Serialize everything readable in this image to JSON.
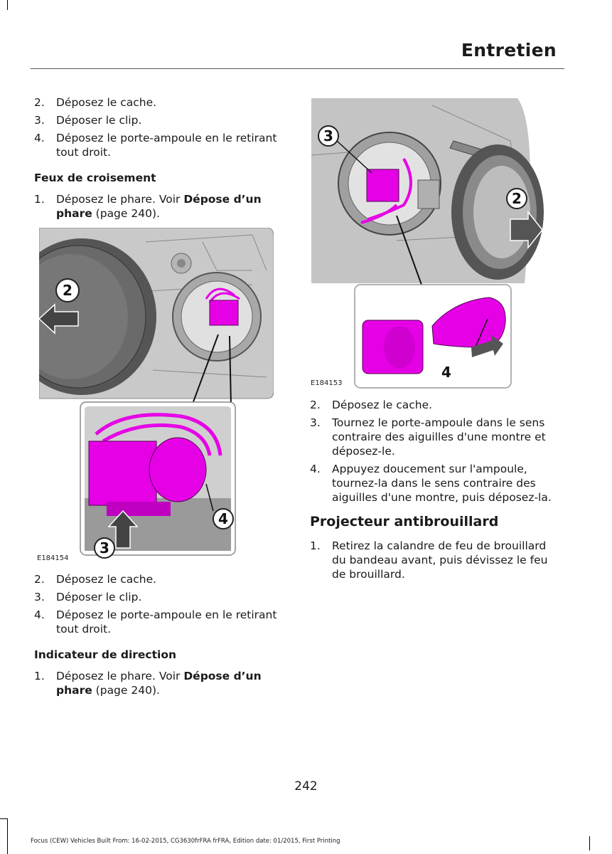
{
  "header": {
    "title": "Entretien"
  },
  "left": {
    "list1": [
      {
        "n": "2.",
        "text": "Déposez le cache."
      },
      {
        "n": "3.",
        "text": "Déposer le clip."
      },
      {
        "n": "4.",
        "text": "Déposez le porte-ampoule en le retirant tout droit."
      }
    ],
    "heading1": "Feux de croisement",
    "step1": {
      "n": "1.",
      "pre": "Déposez le phare.  Voir ",
      "link": "Dépose d’un phare",
      "post": " (page 240)."
    },
    "figure": {
      "id": "E184154",
      "callouts": [
        "2",
        "4",
        "3"
      ]
    },
    "list2": [
      {
        "n": "2.",
        "text": "Déposez le cache."
      },
      {
        "n": "3.",
        "text": "Déposer le clip."
      },
      {
        "n": "4.",
        "text": "Déposez le porte-ampoule en le retirant tout droit."
      }
    ],
    "heading2": "Indicateur de direction",
    "step2": {
      "n": "1.",
      "pre": "Déposez le phare.  Voir ",
      "link": "Dépose d’un phare",
      "post": " (page 240)."
    }
  },
  "right": {
    "figure": {
      "id": "E184153",
      "callouts": [
        "3",
        "2",
        "4"
      ]
    },
    "list": [
      {
        "n": "2.",
        "text": "Déposez le cache."
      },
      {
        "n": "3.",
        "text": "Tournez le porte-ampoule dans le sens contraire des aiguilles d'une montre et déposez-le."
      },
      {
        "n": "4.",
        "text": "Appuyez doucement sur l'ampoule, tournez-la dans le sens contraire des aiguilles d'une montre, puis déposez-la."
      }
    ],
    "heading": "Projecteur antibrouillard",
    "step": {
      "n": "1.",
      "text": "Retirez la calandre de feu de brouillard du bandeau avant, puis dévissez le feu de brouillard."
    }
  },
  "page_number": "242",
  "footer": "Focus (CEW) Vehicles Built From: 16-02-2015, CG3630frFRA frFRA, Edition date: 01/2015, First Printing",
  "colors": {
    "highlight": "#e600e6",
    "text": "#1a1a1a"
  }
}
